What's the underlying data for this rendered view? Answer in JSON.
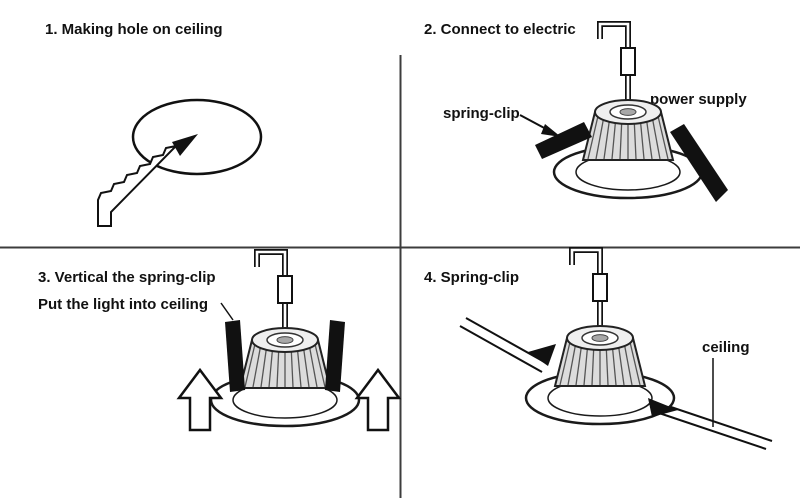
{
  "colors": {
    "background": "#ffffff",
    "ink": "#111111"
  },
  "panels": {
    "panel1": {
      "title": "1. Making hole on ceiling"
    },
    "panel2": {
      "title": "2. Connect to electric",
      "label_spring_clip": "spring-clip",
      "label_power_supply": "power supply"
    },
    "panel3": {
      "title_line1": "3. Vertical the spring-clip",
      "title_line2": "Put the light into ceiling"
    },
    "panel4": {
      "title": "4. Spring-clip",
      "label_ceiling": "ceiling"
    }
  }
}
